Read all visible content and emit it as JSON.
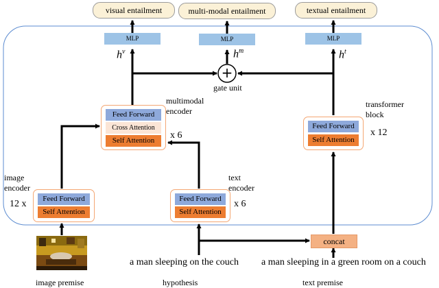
{
  "outputs": {
    "visual": "visual entailment",
    "multimodal": "multi-modal entailment",
    "textual": "textual entailment"
  },
  "mlp_label": "MLP",
  "hidden": {
    "h_v_base": "h",
    "h_v_sup": "v",
    "h_m_base": "h",
    "h_m_sup": "m",
    "h_t_base": "h",
    "h_t_sup": "t"
  },
  "gate": {
    "symbol": "+",
    "label": "gate unit"
  },
  "multimodal_encoder": {
    "label_line1": "multimodal",
    "label_line2": "encoder",
    "feed_forward": "Feed Forward",
    "cross_attention": "Cross Attention",
    "self_attention": "Self Attention",
    "repeat": "x 6"
  },
  "transformer_block": {
    "label_line1": "transformer",
    "label_line2": "block",
    "feed_forward": "Feed Forward",
    "self_attention": "Self Attention",
    "repeat": "x 12"
  },
  "image_encoder": {
    "label_line1": "image",
    "label_line2": "encoder",
    "feed_forward": "Feed Forward",
    "self_attention": "Self Attention",
    "repeat": "12 x"
  },
  "text_encoder": {
    "label_line1": "text",
    "label_line2": "encoder",
    "feed_forward": "Feed Forward",
    "self_attention": "Self Attention",
    "repeat": "x 6"
  },
  "concat_label": "concat",
  "inputs": {
    "hypothesis_text": "a man sleeping on the couch",
    "premise_text": "a man sleeping in a green room on a couch"
  },
  "captions": {
    "image_premise": "image premise",
    "hypothesis": "hypothesis",
    "text_premise": "text premise"
  },
  "colors": {
    "output_pill": "#fbf1d7",
    "mlp": "#9dc3e6",
    "feed_forward": "#8ea9db",
    "self_attention": "#ed7d31",
    "cross_attention": "#fbe5d6",
    "block_border": "#f4a672",
    "frame": "#5b8bd0"
  }
}
